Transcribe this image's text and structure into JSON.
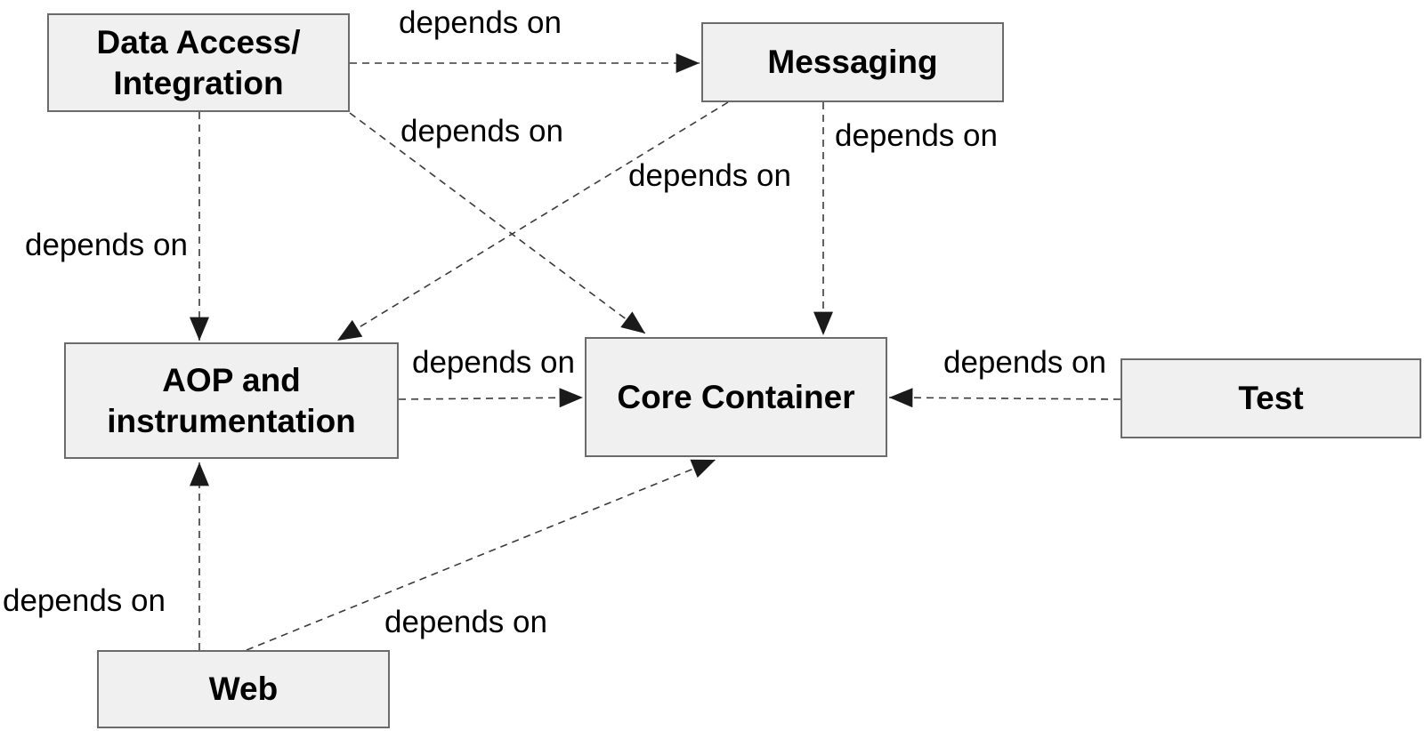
{
  "diagram": {
    "nodes": [
      {
        "id": "data-access-integration",
        "label": "Data Access/\nIntegration"
      },
      {
        "id": "messaging",
        "label": "Messaging"
      },
      {
        "id": "aop-and-instrumentation",
        "label": "AOP and\ninstrumentation"
      },
      {
        "id": "core-container",
        "label": "Core Container"
      },
      {
        "id": "test",
        "label": "Test"
      },
      {
        "id": "web",
        "label": "Web"
      }
    ],
    "edges": [
      {
        "from": "data-access-integration",
        "to": "messaging",
        "label": "depends on"
      },
      {
        "from": "data-access-integration",
        "to": "aop-and-instrumentation",
        "label": "depends on"
      },
      {
        "from": "data-access-integration",
        "to": "core-container",
        "label": "depends on"
      },
      {
        "from": "messaging",
        "to": "aop-and-instrumentation",
        "label": "depends on"
      },
      {
        "from": "messaging",
        "to": "core-container",
        "label": "depends on"
      },
      {
        "from": "aop-and-instrumentation",
        "to": "core-container",
        "label": "depends on"
      },
      {
        "from": "test",
        "to": "core-container",
        "label": "depends on"
      },
      {
        "from": "web",
        "to": "aop-and-instrumentation",
        "label": "depends on"
      },
      {
        "from": "web",
        "to": "core-container",
        "label": "depends on"
      }
    ],
    "colors": {
      "background": "#ffffff",
      "node_fill": "#f0f0f0",
      "node_border": "#6b6b6b",
      "line": "#3a3a3a",
      "text": "#000000"
    }
  }
}
